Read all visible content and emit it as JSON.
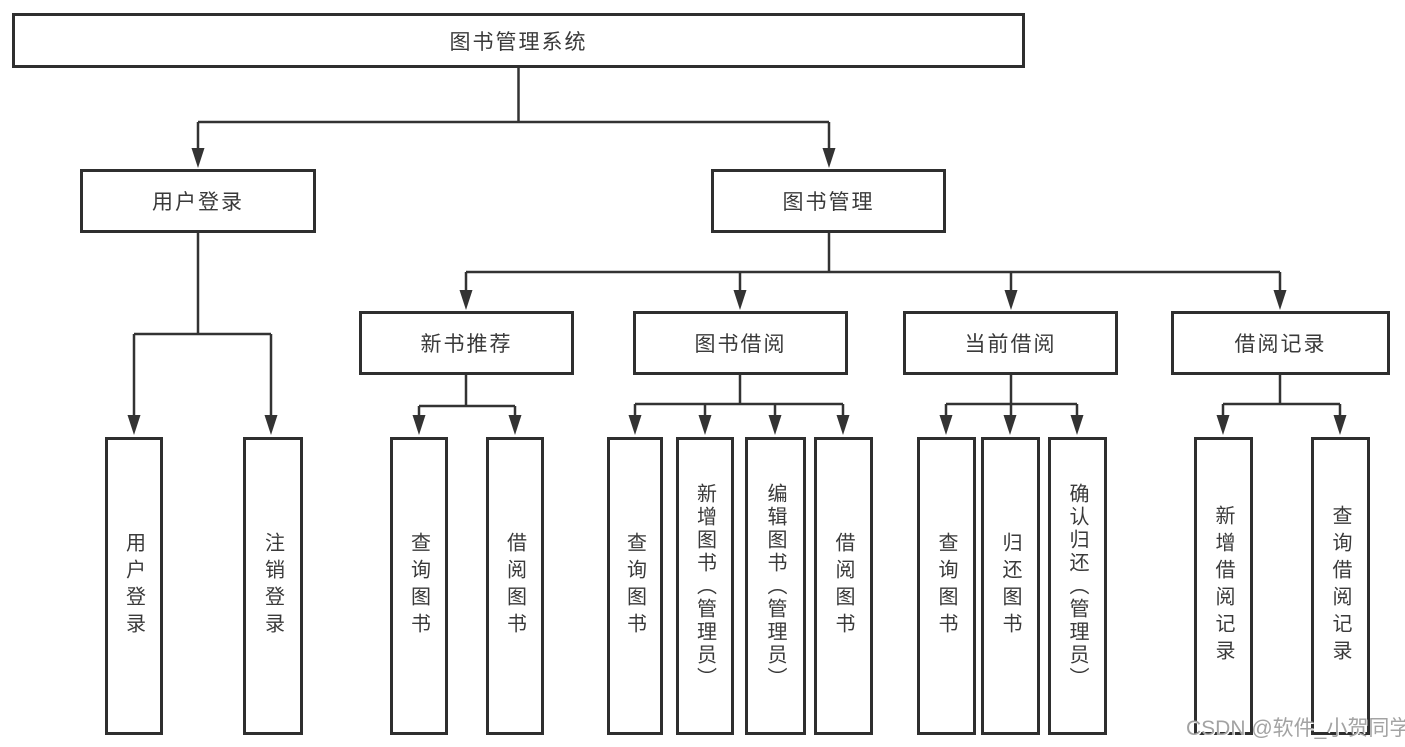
{
  "tree": {
    "label": "图书管理系统",
    "children": [
      {
        "label": "用户登录",
        "children": [
          {
            "label": "用户登录"
          },
          {
            "label": "注销登录"
          }
        ]
      },
      {
        "label": "图书管理",
        "children": [
          {
            "label": "新书推荐",
            "children": [
              {
                "label": "查询图书"
              },
              {
                "label": "借阅图书"
              }
            ]
          },
          {
            "label": "图书借阅",
            "children": [
              {
                "label": "查询图书"
              },
              {
                "label": "新增图书（管理员）"
              },
              {
                "label": "编辑图书（管理员）"
              },
              {
                "label": "借阅图书"
              }
            ]
          },
          {
            "label": "当前借阅",
            "children": [
              {
                "label": "查询图书"
              },
              {
                "label": "归还图书"
              },
              {
                "label": "确认归还（管理员）"
              }
            ]
          },
          {
            "label": "借阅记录",
            "children": [
              {
                "label": "新增借阅记录"
              },
              {
                "label": "查询借阅记录"
              }
            ]
          }
        ]
      }
    ]
  },
  "watermark": {
    "text": "CSDN @软件_小贺同学"
  },
  "colors": {
    "line": "#333333",
    "border": "#2f2f2f",
    "text": "#3a3a3a",
    "watermark": "#a3a3a3",
    "background": "#ffffff"
  }
}
